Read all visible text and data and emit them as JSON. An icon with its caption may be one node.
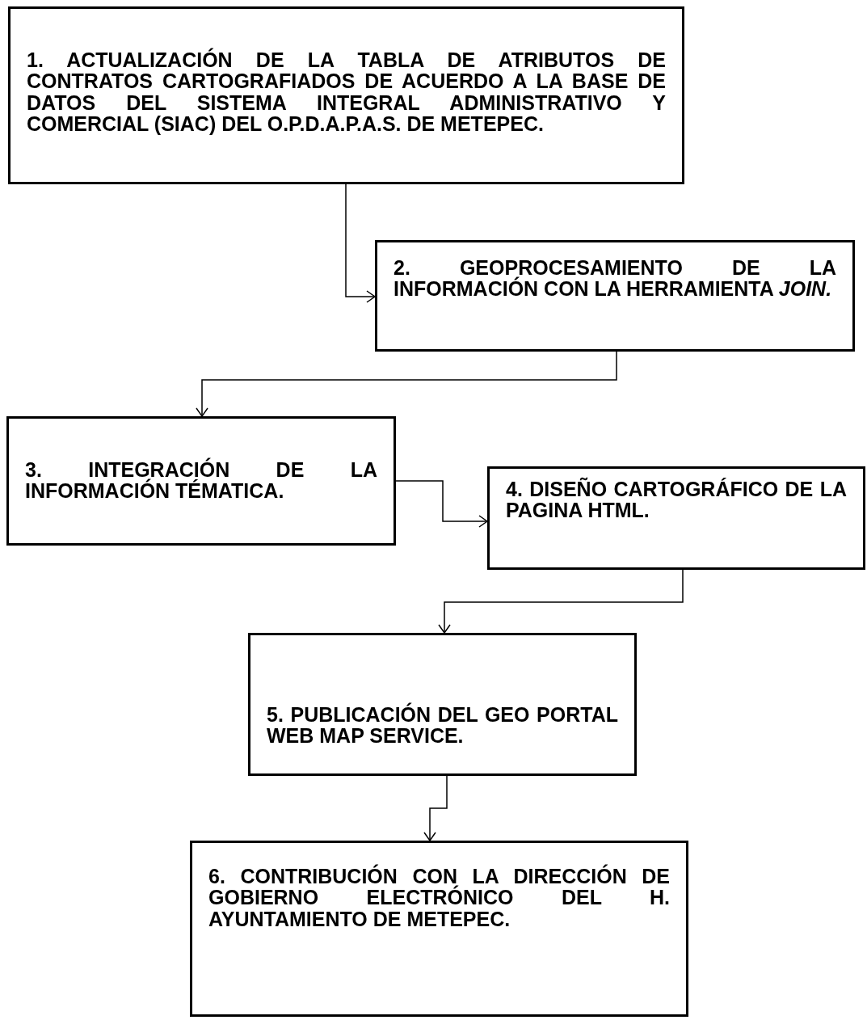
{
  "diagram": {
    "nodes": [
      {
        "text": [
          "1. ACTUALIZACIÓN DE LA TABLA DE ATRIBUTOS DE CONTRATOS CARTOGRAFIADOS DE ACUERDO A LA BASE DE DATOS DEL SISTEMA INTEGRAL ADMINISTRATIVO Y COMERCIAL (SIAC) DEL O.P.D.A.P.A.S. DE METEPEC."
        ]
      },
      {
        "text": [
          "2. GEOPROCESAMIENTO DE LA INFORMACIÓN CON LA HERRAMIENTA *JOIN.*"
        ]
      },
      {
        "text": [
          "3. INTEGRACIÓN DE LA INFORMACIÓN TÉMATICA."
        ]
      },
      {
        "text": [
          "4. DISEÑO CARTOGRÁFICO DE LA PAGINA HTML."
        ]
      },
      {
        "text": [
          "5. PUBLICACIÓN DEL GEO PORTAL WEB MAP SERVICE."
        ]
      },
      {
        "text": [
          "6. CONTRIBUCIÓN CON LA DIRECCIÓN DE GOBIERNO ELECTRÓNICO DEL H. AYUNTAMIENTO DE METEPEC."
        ]
      }
    ],
    "edges": [
      {
        "from": 0,
        "to": 1,
        "arrow": "to"
      },
      {
        "from": 1,
        "to": 2,
        "arrow": "to"
      },
      {
        "from": 2,
        "to": 3,
        "arrow": "to"
      },
      {
        "from": 3,
        "to": 4,
        "arrow": "to"
      },
      {
        "from": 4,
        "to": 5,
        "arrow": "to"
      }
    ]
  }
}
